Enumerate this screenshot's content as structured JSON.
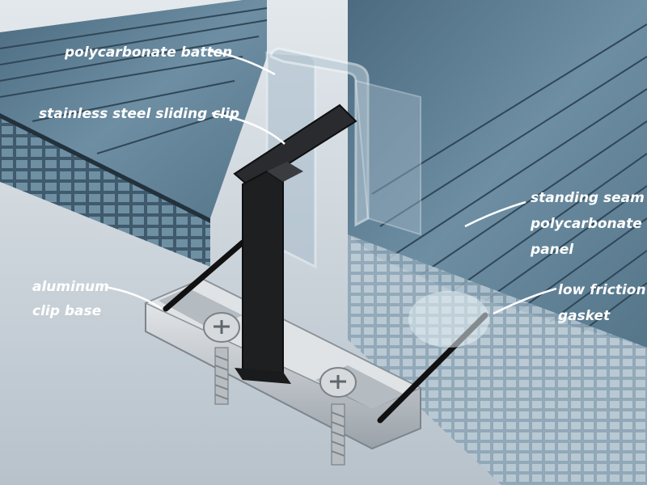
{
  "labels": {
    "batten": "polycarbonate batten",
    "clip": "stainless steel sliding clip",
    "panel_line1": "standing seam",
    "panel_line2": "polycarbonate",
    "panel_line3": "panel",
    "base_line1": "aluminum",
    "base_line2": "clip base",
    "gasket_line1": "low friction",
    "gasket_line2": "gasket"
  },
  "colors": {
    "panel_top": "#5e7f94",
    "panel_edge": "#3c5567",
    "background": "#c9d3db",
    "clip": "#1e1f21",
    "aluminum": "#c9cdd1",
    "label_text": "#ffffff"
  }
}
